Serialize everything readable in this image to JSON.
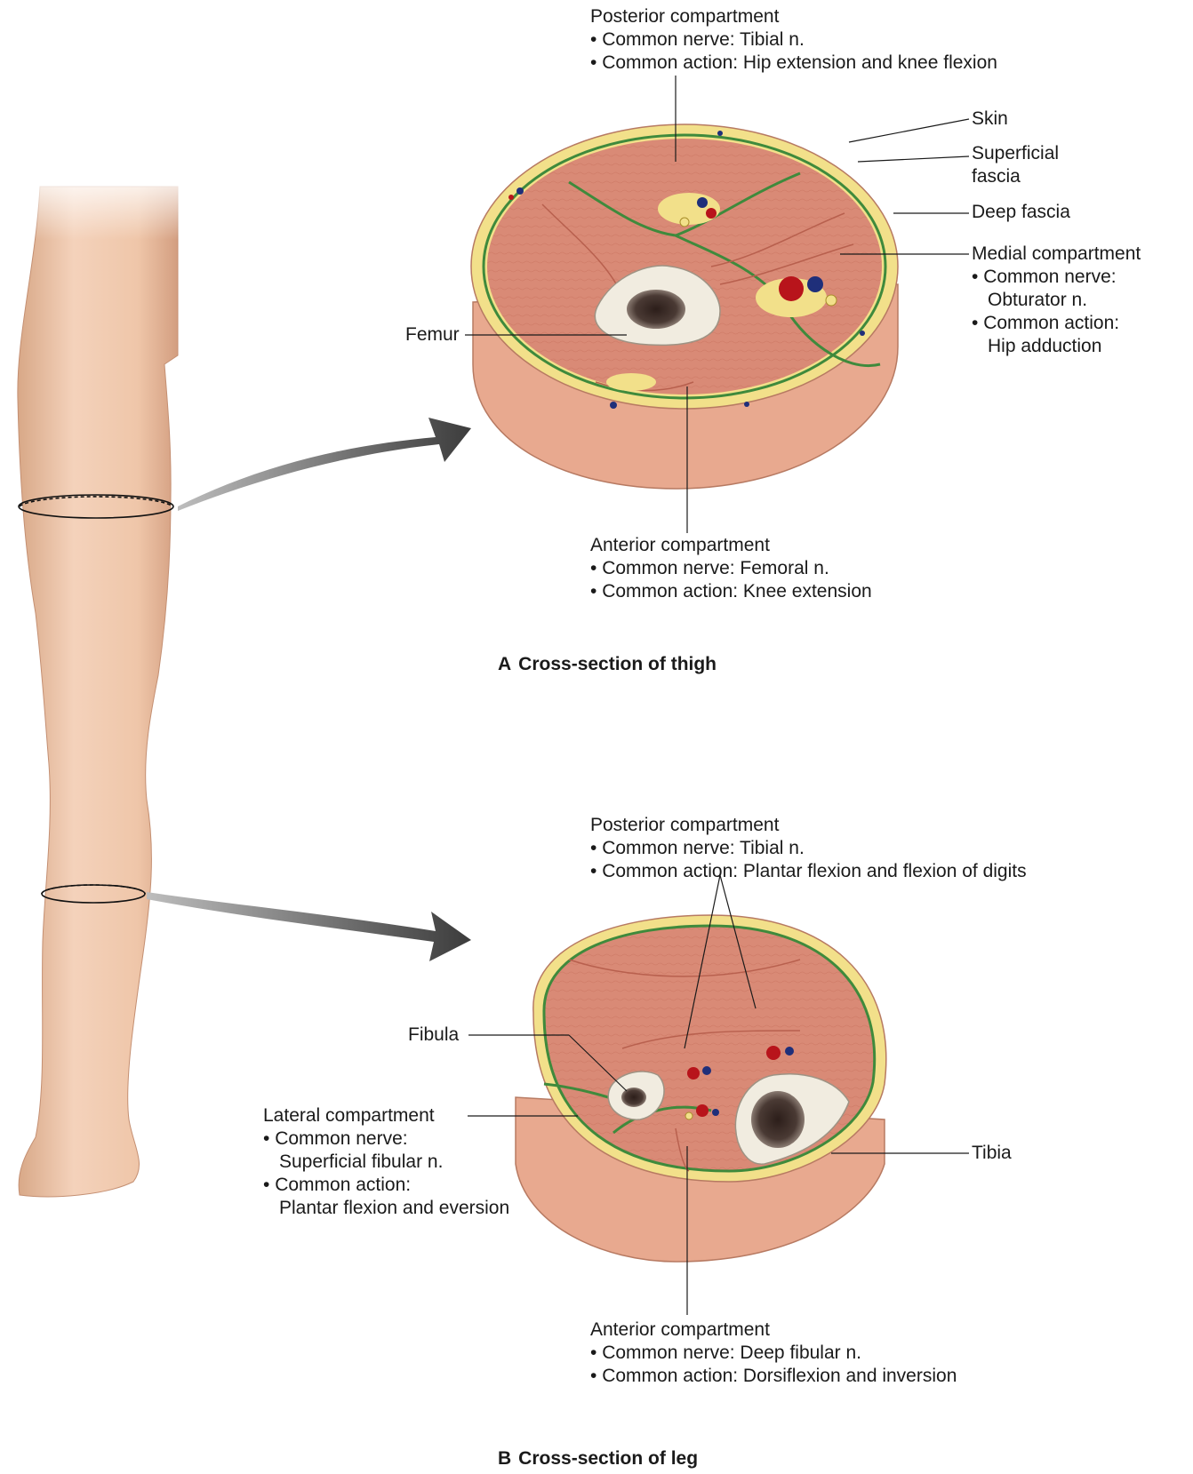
{
  "thigh": {
    "caption_letter": "A",
    "caption": "Cross-section of thigh",
    "posterior": {
      "title": "Posterior compartment",
      "nerve": "Common nerve: Tibial n.",
      "action": "Common action: Hip extension and knee flexion"
    },
    "skin": "Skin",
    "superficial_fascia_1": "Superficial",
    "superficial_fascia_2": "fascia",
    "deep_fascia": "Deep fascia",
    "medial": {
      "title": "Medial compartment",
      "nerve_1": "Common nerve:",
      "nerve_2": "Obturator n.",
      "action_1": "Common action:",
      "action_2": "Hip adduction"
    },
    "femur": "Femur",
    "anterior": {
      "title": "Anterior compartment",
      "nerve": "Common nerve: Femoral n.",
      "action": "Common action: Knee extension"
    }
  },
  "leg": {
    "caption_letter": "B",
    "caption": "Cross-section of leg",
    "posterior": {
      "title": "Posterior compartment",
      "nerve": "Common nerve: Tibial n.",
      "action": "Common action: Plantar flexion and flexion of digits"
    },
    "fibula": "Fibula",
    "lateral": {
      "title": "Lateral compartment",
      "nerve_1": "Common nerve:",
      "nerve_2": "Superficial fibular n.",
      "action_1": "Common action:",
      "action_2": "Plantar flexion and eversion"
    },
    "tibia": "Tibia",
    "anterior": {
      "title": "Anterior compartment",
      "nerve": "Common nerve: Deep fibular n.",
      "action": "Common action: Dorsiflexion and inversion"
    }
  },
  "colors": {
    "skin": "#f3cdb2",
    "muscle": "#d98a76",
    "fat": "#f2e08a",
    "fascia": "#3f8a3c",
    "bone": "#f1ece0",
    "marrow": "#3b2a25",
    "artery": "#b8141b",
    "vein": "#1f2f7a",
    "arrow": "#3c3c3c"
  }
}
